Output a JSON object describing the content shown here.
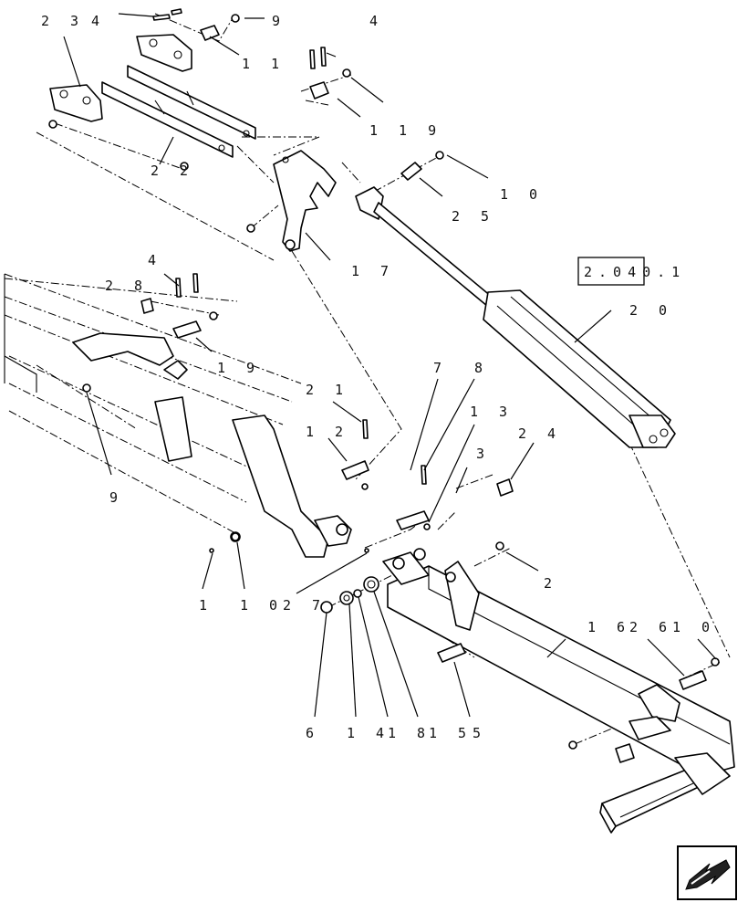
{
  "diagram": {
    "reference": "2.040.1",
    "callouts": [
      {
        "id": "c23",
        "text": "2 3"
      },
      {
        "id": "c4a",
        "text": "4"
      },
      {
        "id": "c9a",
        "text": "9"
      },
      {
        "id": "c11",
        "text": "1 1"
      },
      {
        "id": "c4b",
        "text": "4"
      },
      {
        "id": "c119",
        "text": "1 1 9"
      },
      {
        "id": "c22",
        "text": "2 2"
      },
      {
        "id": "c10a",
        "text": "1 0"
      },
      {
        "id": "c25",
        "text": "2 5"
      },
      {
        "id": "c17",
        "text": "1 7"
      },
      {
        "id": "c20",
        "text": "2 0"
      },
      {
        "id": "c4c",
        "text": "4"
      },
      {
        "id": "c28",
        "text": "2 8"
      },
      {
        "id": "c19",
        "text": "1 9"
      },
      {
        "id": "c7",
        "text": "7"
      },
      {
        "id": "c8",
        "text": "8"
      },
      {
        "id": "c21",
        "text": "2 1"
      },
      {
        "id": "c13",
        "text": "1 3"
      },
      {
        "id": "c12",
        "text": "1 2"
      },
      {
        "id": "c24",
        "text": "2 4"
      },
      {
        "id": "c3",
        "text": "3"
      },
      {
        "id": "c9b",
        "text": "9"
      },
      {
        "id": "c2",
        "text": "2"
      },
      {
        "id": "c1",
        "text": "1"
      },
      {
        "id": "c10b",
        "text": "1 0"
      },
      {
        "id": "c27",
        "text": "2 7"
      },
      {
        "id": "c16",
        "text": "1 6"
      },
      {
        "id": "c26",
        "text": "2 6"
      },
      {
        "id": "c10c",
        "text": "1 0"
      },
      {
        "id": "c6",
        "text": "6"
      },
      {
        "id": "c14",
        "text": "1 4"
      },
      {
        "id": "c18",
        "text": "1 8"
      },
      {
        "id": "c15",
        "text": "1 5"
      },
      {
        "id": "c5",
        "text": "5"
      }
    ]
  },
  "nav": {
    "icon": "page-arrow-icon",
    "direction": "down-left"
  }
}
